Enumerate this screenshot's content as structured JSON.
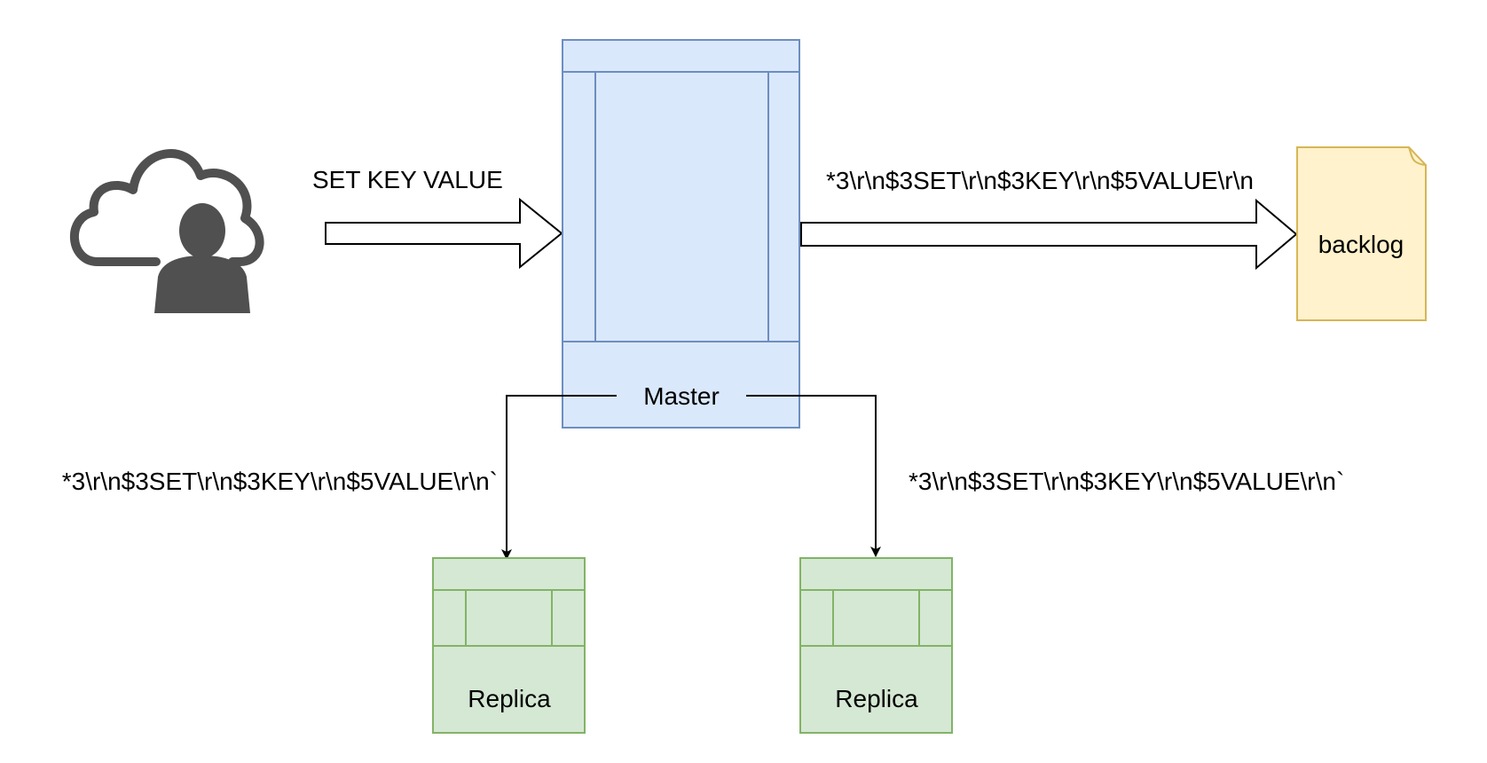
{
  "client": {
    "icon": "cloud-user-icon",
    "icon_color": "#505050"
  },
  "command": {
    "label": "SET KEY VALUE"
  },
  "master": {
    "label": "Master",
    "fill": "#dae8fc",
    "stroke": "#6c8ebf"
  },
  "backlog": {
    "label": "backlog",
    "fill": "#fff2cc",
    "stroke": "#d6b656"
  },
  "propagation": {
    "to_backlog": "*3\\r\\n$3SET\\r\\n$3KEY\\r\\n$5VALUE\\r\\n",
    "to_replica_left": "*3\\r\\n$3SET\\r\\n$3KEY\\r\\n$5VALUE\\r\\n`",
    "to_replica_right": "*3\\r\\n$3SET\\r\\n$3KEY\\r\\n$5VALUE\\r\\n`"
  },
  "replicas": [
    {
      "label": "Replica"
    },
    {
      "label": "Replica"
    }
  ],
  "replica_style": {
    "fill": "#d5e8d4",
    "stroke": "#82b366"
  }
}
